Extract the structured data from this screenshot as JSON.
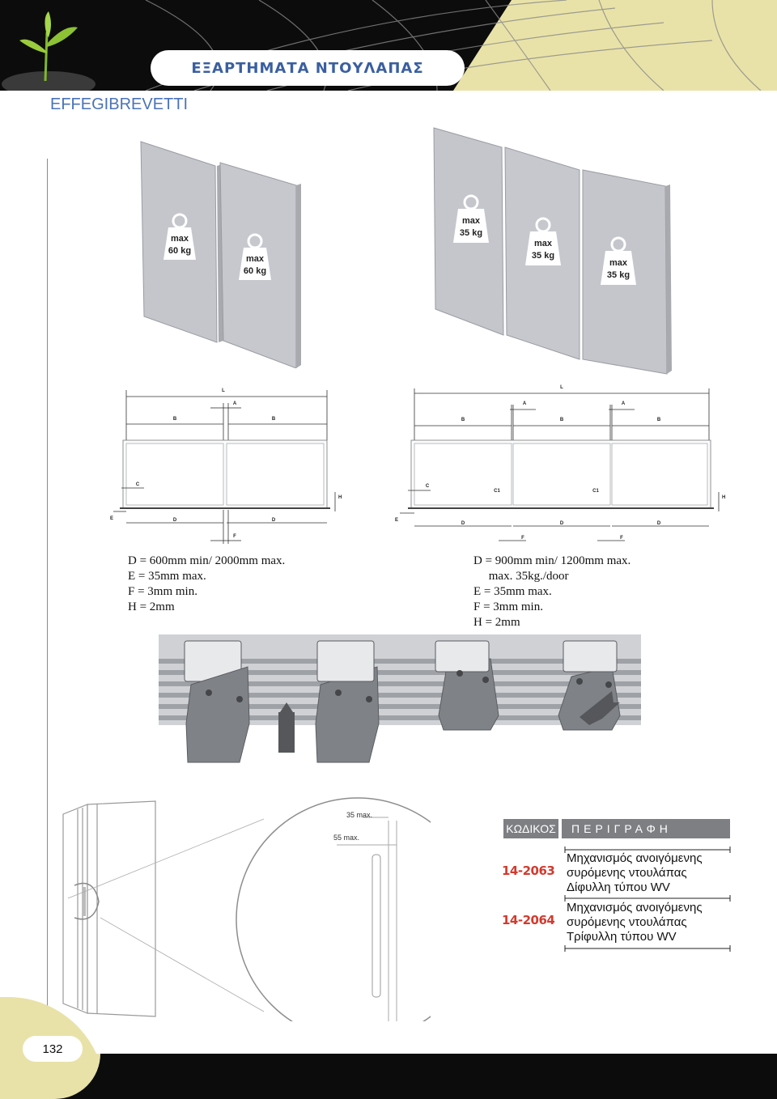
{
  "header": {
    "title": "ΕΞΑΡΤΗΜΑΤΑ ΝΤΟΥΛΑΠΑΣ",
    "brand": "EFFEGIBREVETTI"
  },
  "doors_two": {
    "weight_label": "max\n60 kg"
  },
  "doors_three": {
    "weight_label": "max\n35 kg"
  },
  "drawing_two": {
    "labels": {
      "L": "L",
      "A": "A",
      "B": "B",
      "C": "C",
      "D": "D",
      "E": "E",
      "F": "F",
      "H": "H"
    },
    "specs": [
      "D = 600mm min/ 2000mm max.",
      "E = 35mm max.",
      "F = 3mm min.",
      "H = 2mm"
    ]
  },
  "drawing_three": {
    "labels": {
      "L": "L",
      "A": "A",
      "B": "B",
      "C": "C",
      "C1": "C1",
      "D": "D",
      "E": "E",
      "F": "F",
      "H": "H"
    },
    "specs": [
      "D = 900mm min/ 1200mm max.",
      "     max. 35kg./door",
      "E = 35mm max.",
      "F = 3mm min.",
      "H = 2mm"
    ]
  },
  "detail": {
    "label_35": "35 max.",
    "label_55": "55 max."
  },
  "table": {
    "code_header": "ΚΩΔΙΚΟΣ",
    "desc_header": "ΠΕΡΙΓΡΑΦΗ",
    "rows": [
      {
        "code": "14-2063",
        "desc": "Μηχανισμός ανοιγόμενης\nσυρόμενης ντουλάπας\nΔίφυλλη τύπου WV"
      },
      {
        "code": "14-2064",
        "desc": "Μηχανισμός ανοιγόμενης\nσυρόμενης ντουλάπας\nΤρίφυλλη τύπου WV"
      }
    ]
  },
  "footer": {
    "page_number": "132"
  },
  "colors": {
    "header_black": "#0c0c0c",
    "header_cream": "#e9e2a8",
    "title_blue": "#3a5fa0",
    "brand_blue": "#4a73b8",
    "code_red": "#d23a2e",
    "table_header_grey": "#7e7f83",
    "panel_grey": "#c4c6cc"
  }
}
